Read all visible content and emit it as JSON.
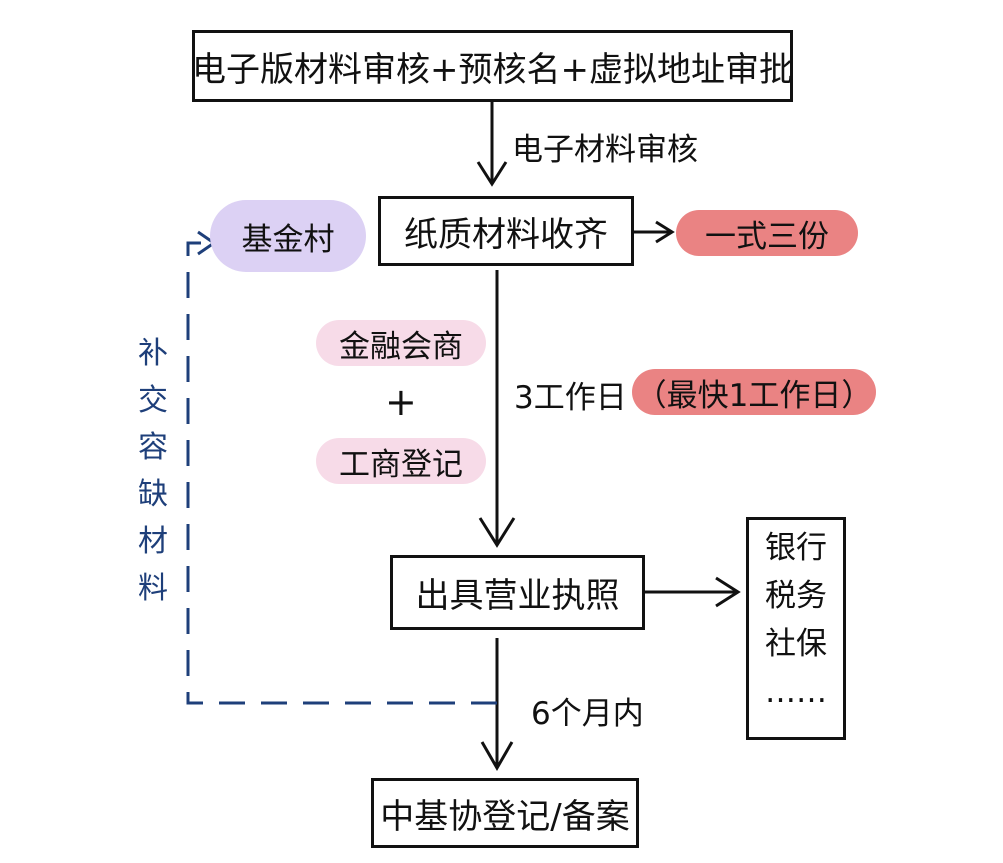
{
  "diagram": {
    "nodes": {
      "step1": "电子版材料审核+预核名+虚拟地址审批",
      "step2": "纸质材料收齐",
      "step3": "出具营业执照",
      "step4": "中基协登记/备案"
    },
    "edge_labels": {
      "e1": "电子材料审核",
      "e2": "3工作日",
      "e3": "6个月内"
    },
    "tags": {
      "copies": "一式三份",
      "fastest": "（最快1工作日）",
      "fund_village": "基金村",
      "finance_meeting": "金融会商",
      "plus": "+",
      "business_reg": "工商登记"
    },
    "side_label_chars": [
      "补",
      "交",
      "容",
      "缺",
      "材",
      "料"
    ],
    "outputs": [
      "银行",
      "税务",
      "社保",
      "……"
    ],
    "colors": {
      "line": "#111111",
      "dashed": "#1e3f7a",
      "red_pill": "#ea8383",
      "purple_pill": "#dcd1f4",
      "pink_pill": "#f7dbe8"
    }
  }
}
